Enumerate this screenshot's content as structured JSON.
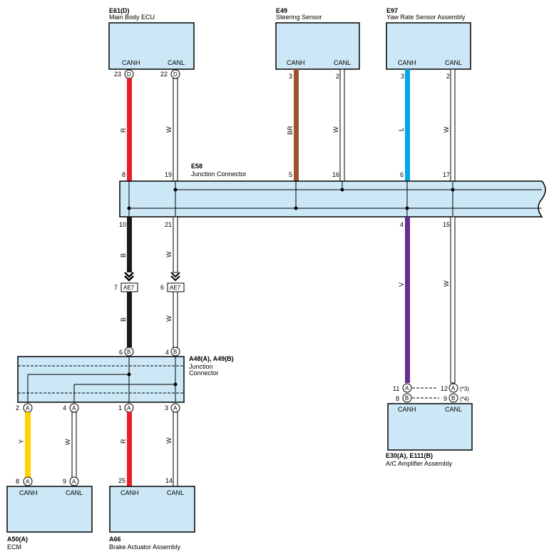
{
  "components": {
    "main_body_ecu": {
      "code": "E61(D)",
      "name": "Main Body ECU",
      "canh": "CANH",
      "canl": "CANL",
      "pin_canh": "23",
      "pin_canl": "22",
      "tag": "D"
    },
    "steering_sensor": {
      "code": "E49",
      "name": "Steering Sensor",
      "canh": "CANH",
      "canl": "CANL",
      "pin_canh": "3",
      "pin_canl": "2"
    },
    "yaw_rate_sensor": {
      "code": "E97",
      "name": "Yaw Rate Sensor Assembly",
      "canh": "CANH",
      "canl": "CANL",
      "pin_canh": "3",
      "pin_canl": "2"
    },
    "junction_connector_e58": {
      "code": "E58",
      "name": "Junction Connector",
      "top_pins": [
        "8",
        "19",
        "5",
        "16",
        "6",
        "17"
      ],
      "bottom_pins": [
        "10",
        "21",
        "4",
        "15"
      ]
    },
    "connector_ae7": {
      "label": "AE7",
      "pin_left": "7",
      "pin_right": "6"
    },
    "junction_connector_a48": {
      "code": "A48(A), A49(B)",
      "name_line1": "Junction",
      "name_line2": "Connector",
      "top_pin_left": "6",
      "top_pin_right": "4",
      "top_tag": "B",
      "bottom_pins": [
        "2",
        "4",
        "1",
        "3"
      ],
      "bottom_tag": "A"
    },
    "ecm": {
      "code": "A50(A)",
      "name": "ECM",
      "canh": "CANH",
      "canl": "CANL",
      "pin_canh": "8",
      "pin_canl": "9",
      "tag": "A"
    },
    "brake_actuator": {
      "code": "A66",
      "name": "Brake Actuator Assembly",
      "canh": "CANH",
      "canl": "CANL",
      "pin_canh": "25",
      "pin_canl": "14"
    },
    "ac_amplifier": {
      "code": "E30(A), E111(B)",
      "name": "A/C Amplifier Assembly",
      "canh": "CANH",
      "canl": "CANL",
      "pin_a_left": "11",
      "pin_a_right": "12",
      "pin_b_left": "8",
      "pin_b_right": "9",
      "tag_a": "A",
      "tag_b": "B",
      "note_a": "(*3)",
      "note_b": "(*4)"
    }
  },
  "wire_colors": {
    "R": "R",
    "W": "W",
    "BR": "BR",
    "L": "L",
    "B": "B",
    "V": "V",
    "Y": "Y"
  },
  "colors": {
    "red": "#e8202a",
    "brown": "#a0522d",
    "blue": "#00a8e8",
    "black": "#1a1a1a",
    "purple": "#6a2c91",
    "yellow": "#ffd200",
    "box_fill": "#cce8f6"
  }
}
